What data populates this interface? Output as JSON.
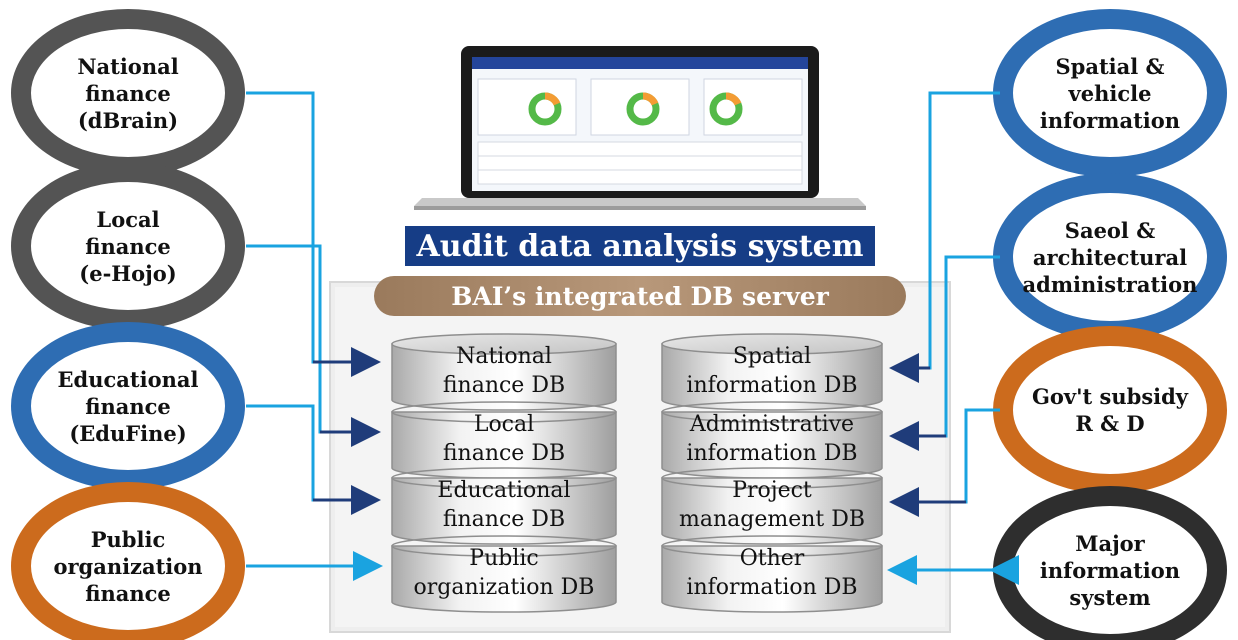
{
  "sources_left": [
    {
      "label": "National\nfinance\n(dBrain)",
      "color": "#545454"
    },
    {
      "label": "Local\nfinance\n(e-Hojo)",
      "color": "#545454"
    },
    {
      "label": "Educational\nfinance\n(EduFine)",
      "color": "#2e6db3"
    },
    {
      "label": "Public\norganization\nfinance",
      "color": "#cc6b1d"
    }
  ],
  "sources_right": [
    {
      "label": "Spatial &\nvehicle\ninformation",
      "color": "#2e6db3"
    },
    {
      "label": "Saeol &\narchitectural\nadministration",
      "color": "#2e6db3"
    },
    {
      "label": "Gov't subsidy\nR & D",
      "color": "#cc6b1d"
    },
    {
      "label": "Major\ninformation\nsystem",
      "color": "#2e2e2e"
    }
  ],
  "system_title": "Audit data analysis system",
  "server_title": "BAI’s integrated DB server",
  "db_left": [
    "National\nfinance DB",
    "Local\nfinance DB",
    "Educational\nfinance DB",
    "Public\norganization DB"
  ],
  "db_right": [
    "Spatial\ninformation DB",
    "Administrative\ninformation DB",
    "Project\nmanagement DB",
    "Other\ninformation DB"
  ],
  "colors": {
    "connector_light": "#1aa3e0",
    "connector_dark": "#1f3c7a",
    "title_bar": "#163d86"
  }
}
